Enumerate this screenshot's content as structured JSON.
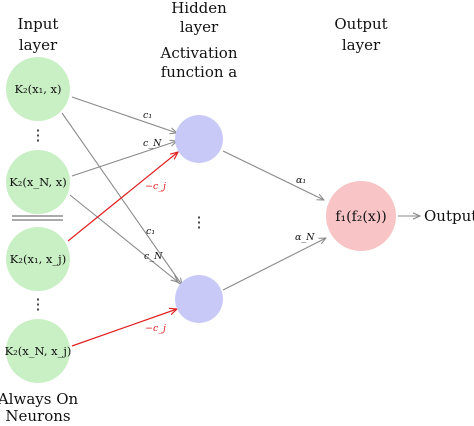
{
  "titles": {
    "input_line1": "Input",
    "input_line2": "layer",
    "hidden_line1": "Hidden",
    "hidden_line2": "layer",
    "activation_line1": "Activation",
    "activation_line2": "function a",
    "output_line1": "Output",
    "output_line2": "layer",
    "always_line1": "Always On",
    "always_line2": "Neurons"
  },
  "nodes": {
    "input1": "K₂(x₁, x)",
    "inputN": "K₂(x_N, x)",
    "always1": "K₂(x₁, x_j)",
    "alwaysN": "K₂(x_N, x_j)",
    "output": "f₁(f₂(x))"
  },
  "edge_labels": {
    "c1_top": "c₁",
    "cN_top": "c_N",
    "neg_cj_top": "−c_j",
    "c1_bottom": "c₁",
    "cN_bottom": "c_N",
    "neg_cj_bottom": "−c_j",
    "alpha1": "α₁",
    "alphaN": "α_N"
  },
  "dots": {
    "vertical": "⋮"
  },
  "output_arrow_label": "Output",
  "colors": {
    "input_fill": "#c9f0c4",
    "hidden_fill": "#c9c9f8",
    "output_fill": "#f8c4c6",
    "edge": "#8a8a8a",
    "red_edge": "#e02020"
  }
}
